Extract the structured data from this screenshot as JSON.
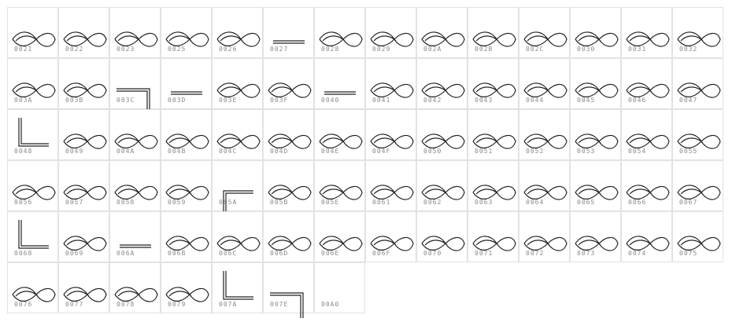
{
  "rows": [
    [
      "0021",
      "0022",
      "0023",
      "0025",
      "0026",
      "0027",
      "0028",
      "0029",
      "002A",
      "002B",
      "002C",
      "0030",
      "0031",
      "0032"
    ],
    [
      "003A",
      "003B",
      "003C",
      "003D",
      "003E",
      "003F",
      "0040",
      "0041",
      "0042",
      "0043",
      "0044",
      "0045",
      "0046",
      "0047"
    ],
    [
      "0048",
      "0049",
      "004A",
      "004B",
      "004C",
      "004D",
      "004E",
      "004F",
      "0050",
      "0051",
      "0052",
      "0053",
      "0054",
      "0055"
    ],
    [
      "0056",
      "0057",
      "0058",
      "0059",
      "005A",
      "005B",
      "005E",
      "0061",
      "0062",
      "0063",
      "0064",
      "0065",
      "0066",
      "0067"
    ],
    [
      "0068",
      "0069",
      "006A",
      "006B",
      "006C",
      "006D",
      "006E",
      "006F",
      "0070",
      "0071",
      "0072",
      "0073",
      "0074",
      "0075"
    ],
    [
      "0076",
      "0077",
      "0078",
      "0079",
      "007A",
      "007E",
      "00A0"
    ]
  ],
  "colors": {
    "grid": "#e2e2e2",
    "label": "#8a8a8a",
    "glyph": "#222222"
  }
}
